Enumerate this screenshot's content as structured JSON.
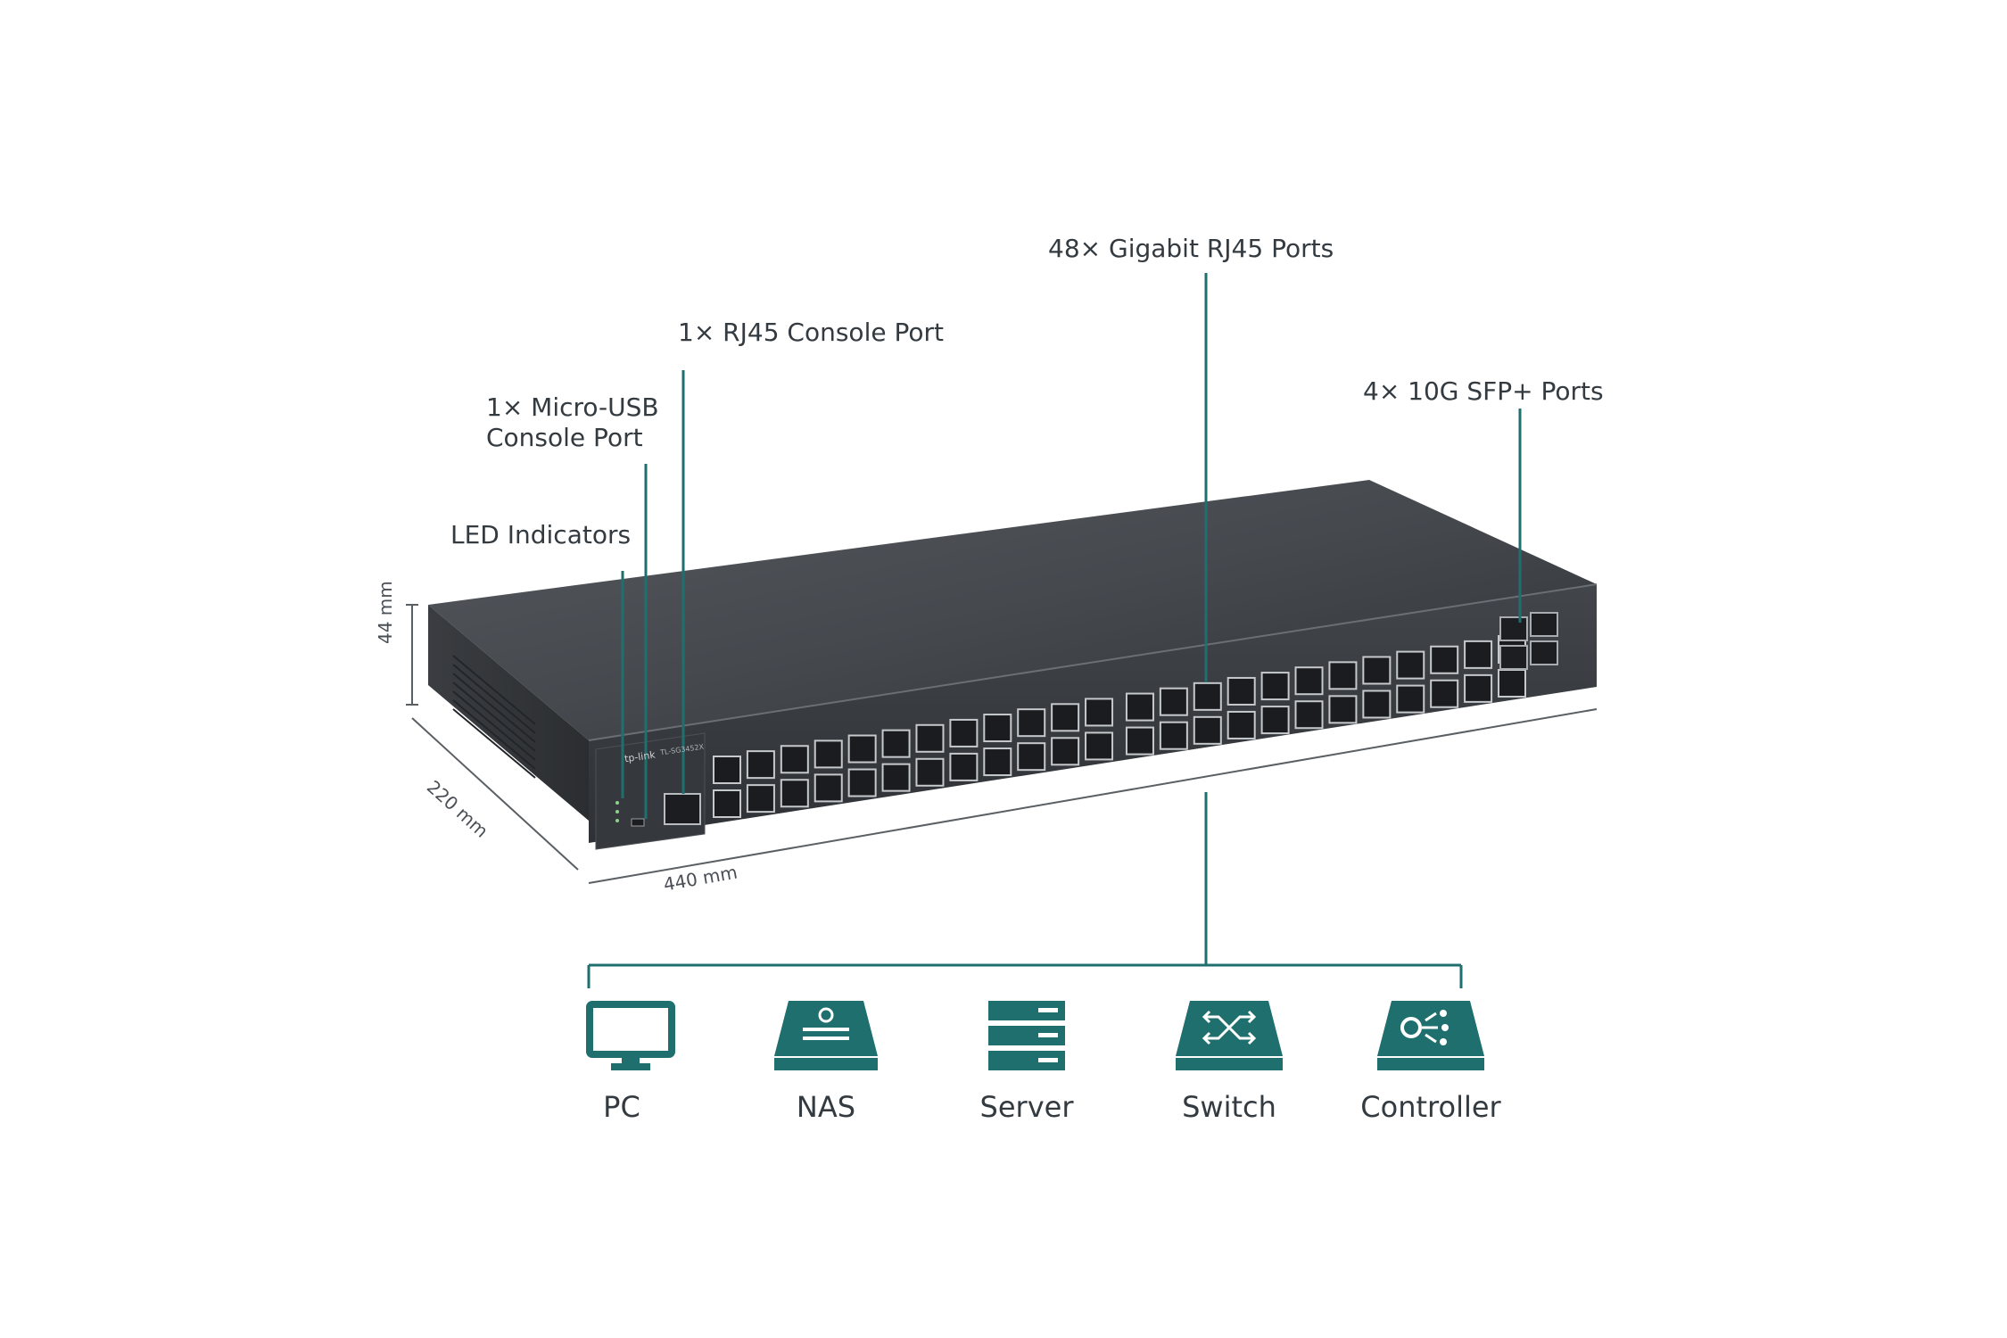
{
  "callouts": {
    "led": "LED Indicators",
    "usb_line1": "1× Micro-USB",
    "usb_line2": "Console Port",
    "rj45_console": "1× RJ45 Console Port",
    "gigabit": "48× Gigabit RJ45 Ports",
    "sfp": "4× 10G SFP+ Ports"
  },
  "dimensions": {
    "height": "44 mm",
    "depth": "220 mm",
    "width": "440 mm"
  },
  "device_labels": {
    "brand": "tp-link",
    "model": "TL-SG3452X"
  },
  "devices": [
    {
      "label": "PC",
      "icon": "pc-icon"
    },
    {
      "label": "NAS",
      "icon": "nas-icon"
    },
    {
      "label": "Server",
      "icon": "server-icon"
    },
    {
      "label": "Switch",
      "icon": "switch-icon"
    },
    {
      "label": "Controller",
      "icon": "controller-icon"
    }
  ],
  "colors": {
    "accent": "#1f6f6f",
    "text": "#333a40",
    "chassis": "#3b3f44"
  }
}
